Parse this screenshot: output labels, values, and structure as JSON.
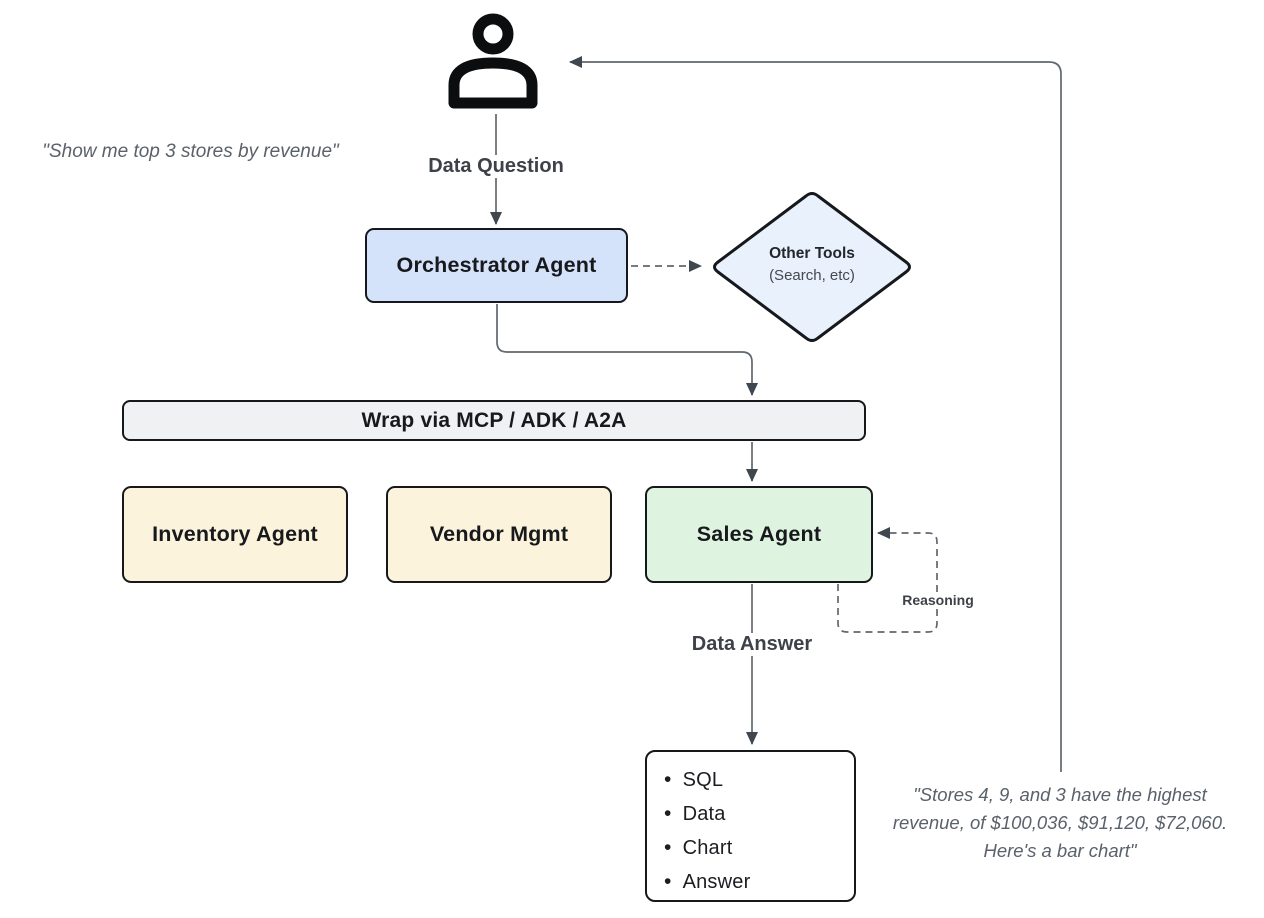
{
  "diagram": {
    "user_flow": {
      "request_quote": "\"Show me top 3 stores by revenue\"",
      "request_label": "Data Question",
      "response_label": "Data Answer",
      "response_quote_line1": "\"Stores 4, 9, and 3 have the highest",
      "response_quote_line2": "revenue, of $100,036, $91,120, $72,060.",
      "response_quote_line3": "Here's a bar chart\""
    },
    "nodes": {
      "orchestrator": {
        "label": "Orchestrator Agent"
      },
      "other_tools": {
        "title": "Other Tools",
        "subtitle": "(Search, etc)"
      },
      "wrap_layer": {
        "label": "Wrap via MCP / ADK / A2A"
      },
      "inventory_agent": {
        "label": "Inventory Agent"
      },
      "vendor_mgmt": {
        "label": "Vendor Mgmt"
      },
      "sales_agent": {
        "label": "Sales Agent"
      },
      "output": {
        "items": [
          "SQL",
          "Data",
          "Chart",
          "Answer"
        ]
      }
    },
    "edges": {
      "reasoning_label": "Reasoning"
    },
    "colors": {
      "orchestrator_fill": "#d5e3fa",
      "other_tools_fill": "#e9f1fd",
      "wrap_layer_fill": "#f0f1f2",
      "inventory_fill": "#fbf3dc",
      "vendor_fill": "#fbf3dc",
      "sales_fill": "#def4e0",
      "output_fill": "#ffffff",
      "node_border": "#16181c",
      "connector_line": "#61676f",
      "arrowhead": "#40474f",
      "float_label_text": "#3e4248",
      "quote_text": "#5a616b"
    }
  }
}
